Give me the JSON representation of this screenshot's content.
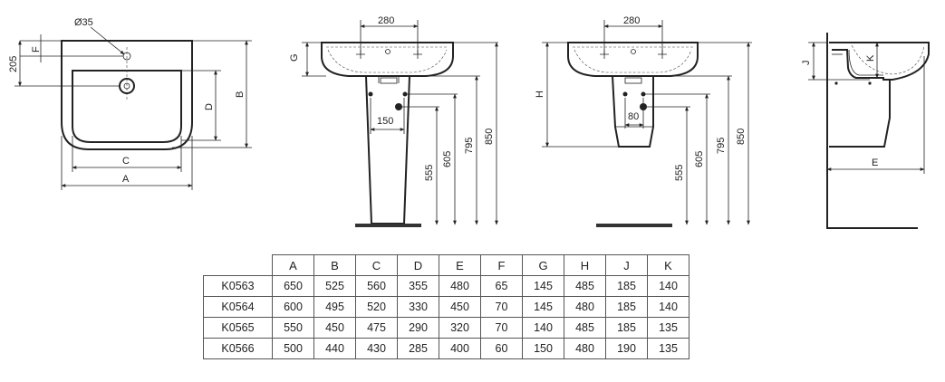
{
  "labels": {
    "hole_diameter": "Ø35",
    "F": "F",
    "G": "G",
    "H": "H",
    "J": "J",
    "K": "K",
    "A": "A",
    "B": "B",
    "C": "C",
    "D": "D",
    "E": "E"
  },
  "dimensions": {
    "d205": "205",
    "d280": "280",
    "d150": "150",
    "d80": "80",
    "d555": "555",
    "d605": "605",
    "d795": "795",
    "d850": "850"
  },
  "table": {
    "headers": [
      "A",
      "B",
      "C",
      "D",
      "E",
      "F",
      "G",
      "H",
      "J",
      "K"
    ],
    "rows": [
      {
        "model": "K0563",
        "values": [
          "650",
          "525",
          "560",
          "355",
          "480",
          "65",
          "145",
          "485",
          "185",
          "140"
        ]
      },
      {
        "model": "K0564",
        "values": [
          "600",
          "495",
          "520",
          "330",
          "450",
          "70",
          "145",
          "480",
          "185",
          "140"
        ]
      },
      {
        "model": "K0565",
        "values": [
          "550",
          "450",
          "475",
          "290",
          "320",
          "70",
          "140",
          "485",
          "185",
          "135"
        ]
      },
      {
        "model": "K0566",
        "values": [
          "500",
          "440",
          "430",
          "285",
          "400",
          "60",
          "150",
          "480",
          "190",
          "135"
        ]
      }
    ]
  }
}
